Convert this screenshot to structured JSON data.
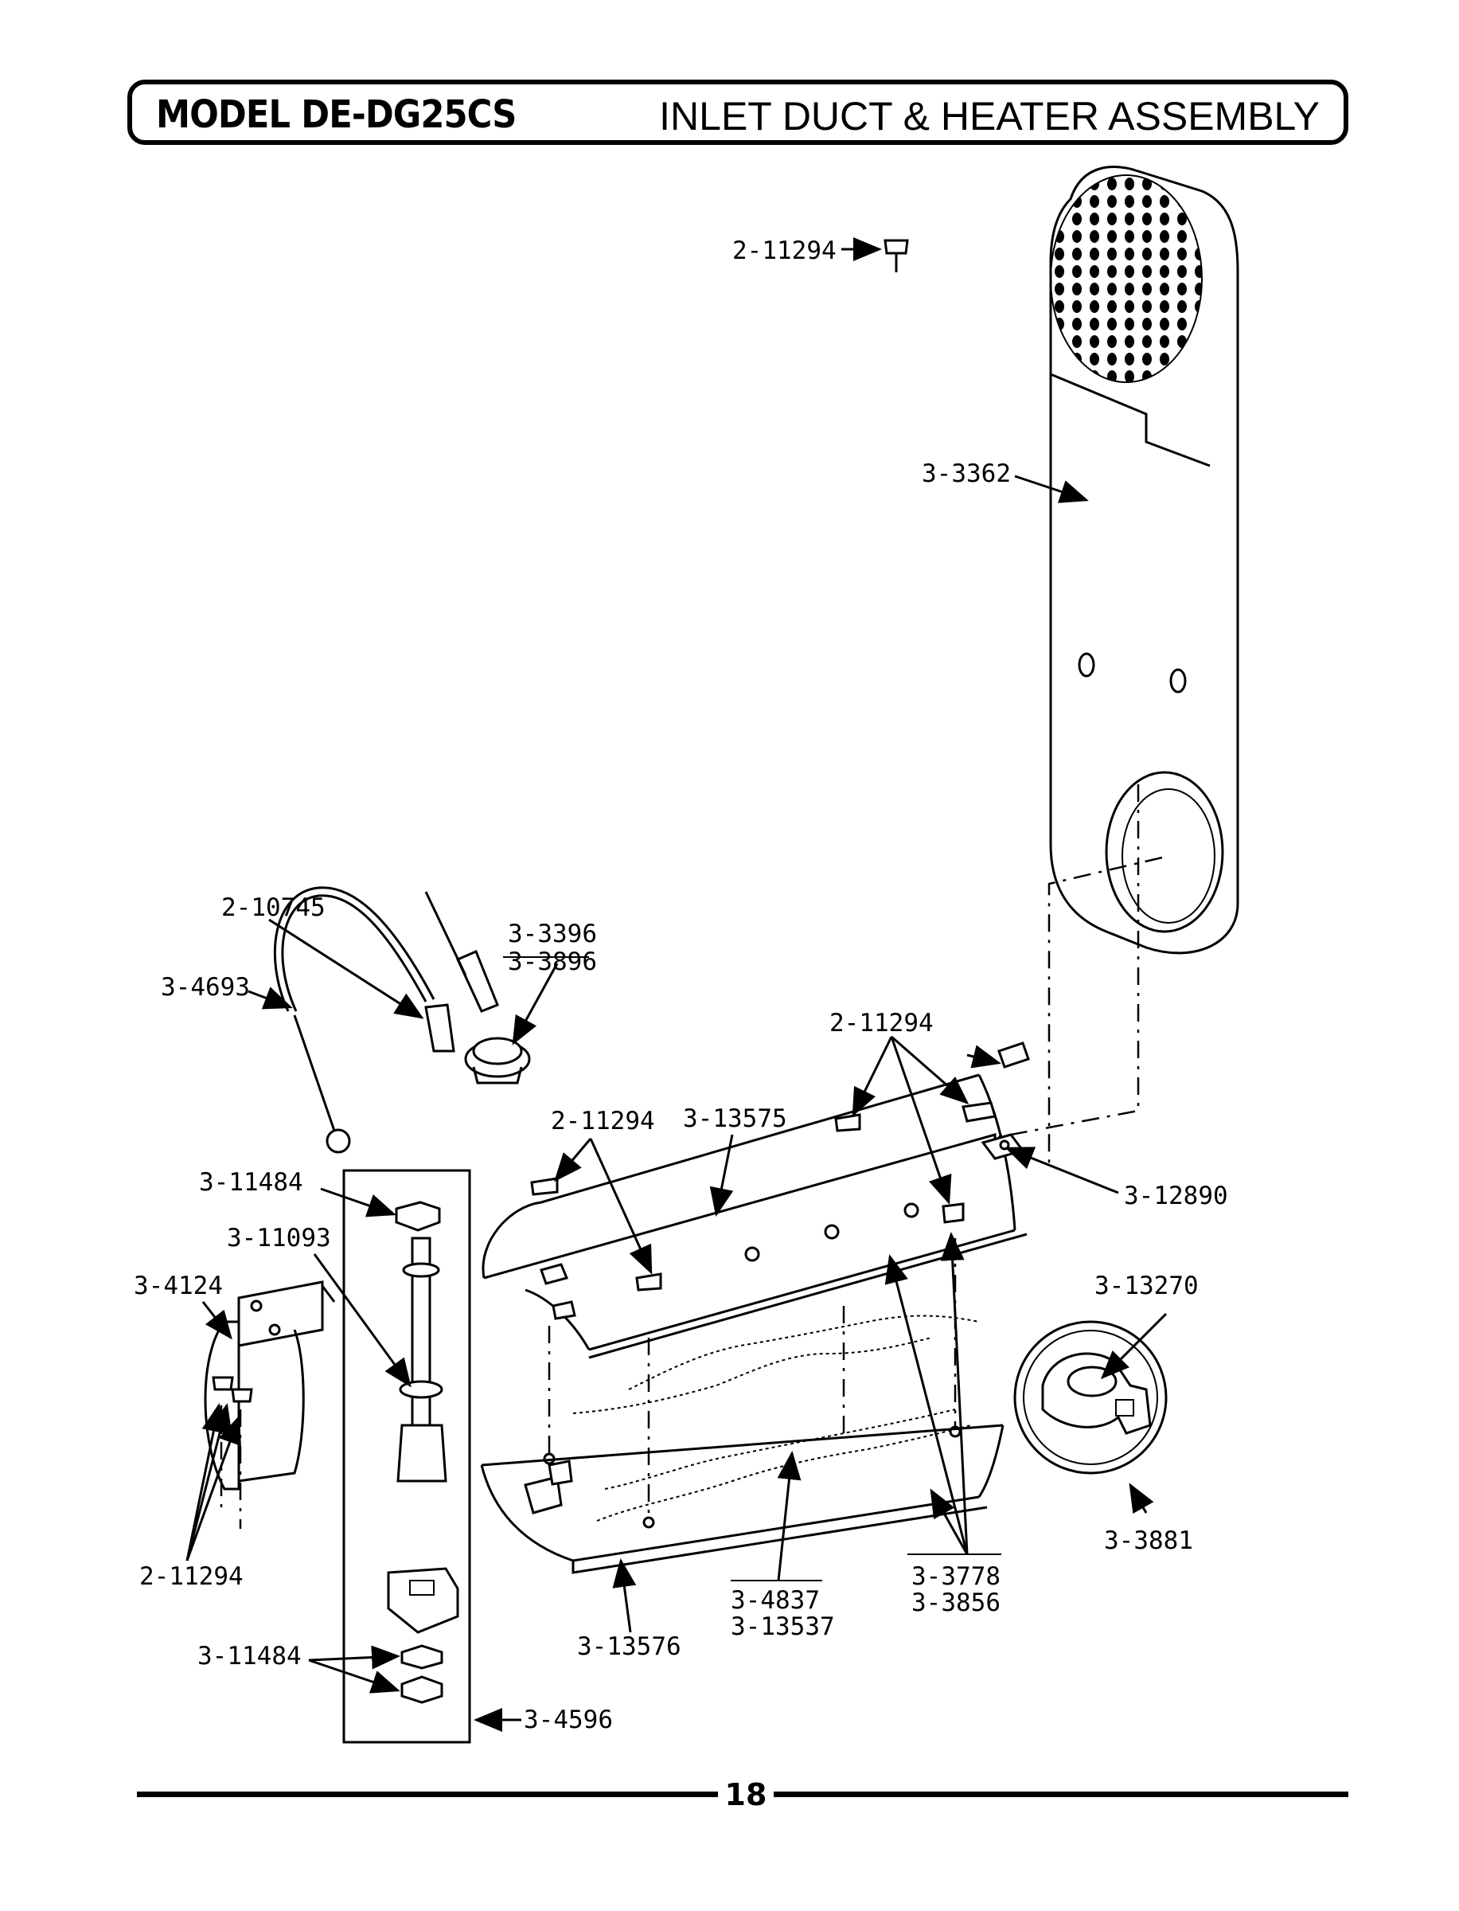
{
  "header": {
    "model": "MODEL DE-DG25CS",
    "title": "INLET DUCT & HEATER ASSEMBLY"
  },
  "labels": {
    "top_screw": "2-11294",
    "duct": "3-3362",
    "terminal": "2-10745",
    "wire": "3-4693",
    "thermostat_a": "3-3396",
    "thermostat_b": "3-3896",
    "screws_right": "2-11294",
    "screws_mid": "2-11294",
    "upper_cover": "3-13575",
    "bracket": "3-12890",
    "nut_top": "3-11484",
    "stud": "3-11093",
    "mount_bracket": "3-4124",
    "limit": "3-13270",
    "screws_left": "2-11294",
    "limit_control": "3-3881",
    "element_a": "3-3778",
    "element_b": "3-3856",
    "coil_a": "3-4837",
    "coil_b": "3-13537",
    "lower_cover": "3-13576",
    "nut_bottom": "3-11484",
    "terminal_kit": "3-4596"
  },
  "footer": {
    "page": "18"
  }
}
